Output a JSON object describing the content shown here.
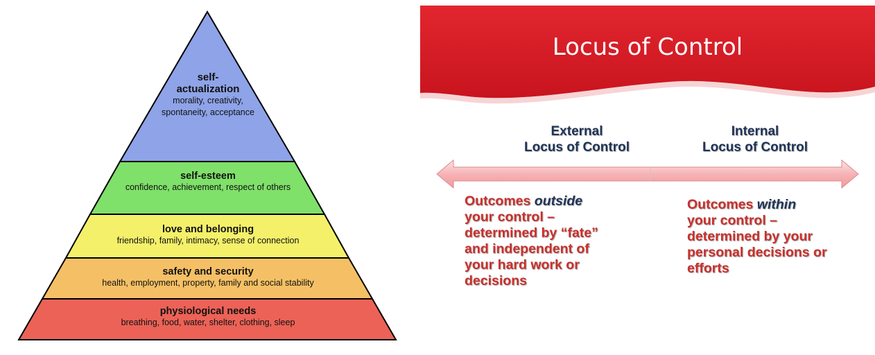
{
  "pyramid": {
    "levels": [
      {
        "name_line1": "self-",
        "name_line2": "actualization",
        "desc_line1": "morality, creativity,",
        "desc_line2": "spontaneity, acceptance",
        "color": "#8ea3e8"
      },
      {
        "name": "self-esteem",
        "desc": "confidence, achievement, respect of others",
        "color": "#7fe06a"
      },
      {
        "name": "love and belonging",
        "desc": "friendship, family, intimacy, sense of connection",
        "color": "#f4f06a"
      },
      {
        "name": "safety and security",
        "desc": "health, employment, property, family and social stability",
        "color": "#f5c065"
      },
      {
        "name": "physiological needs",
        "desc": "breathing, food, water, shelter, clothing, sleep",
        "color": "#ec6257"
      }
    ]
  },
  "locus": {
    "title": "Locus of Control",
    "external_label_line1": "External",
    "external_label_line2": "Locus of Control",
    "internal_label_line1": "Internal",
    "internal_label_line2": "Locus of Control",
    "external_outcome": {
      "line1_pre": "Outcomes ",
      "line1_emph": "outside",
      "line2": "your control –",
      "line3": "determined by “fate”",
      "line4": "and independent of",
      "line5": "your hard work or",
      "line6": "decisions"
    },
    "internal_outcome": {
      "line1_pre": "Outcomes ",
      "line1_emph": "within",
      "line2": "your control –",
      "line3": "determined by your",
      "line4": "personal decisions or",
      "line5": "efforts"
    },
    "colors": {
      "banner": "#d8202b",
      "label": "#1f3457",
      "outcome": "#c9302c",
      "arrow": "#f3a3a5"
    }
  }
}
